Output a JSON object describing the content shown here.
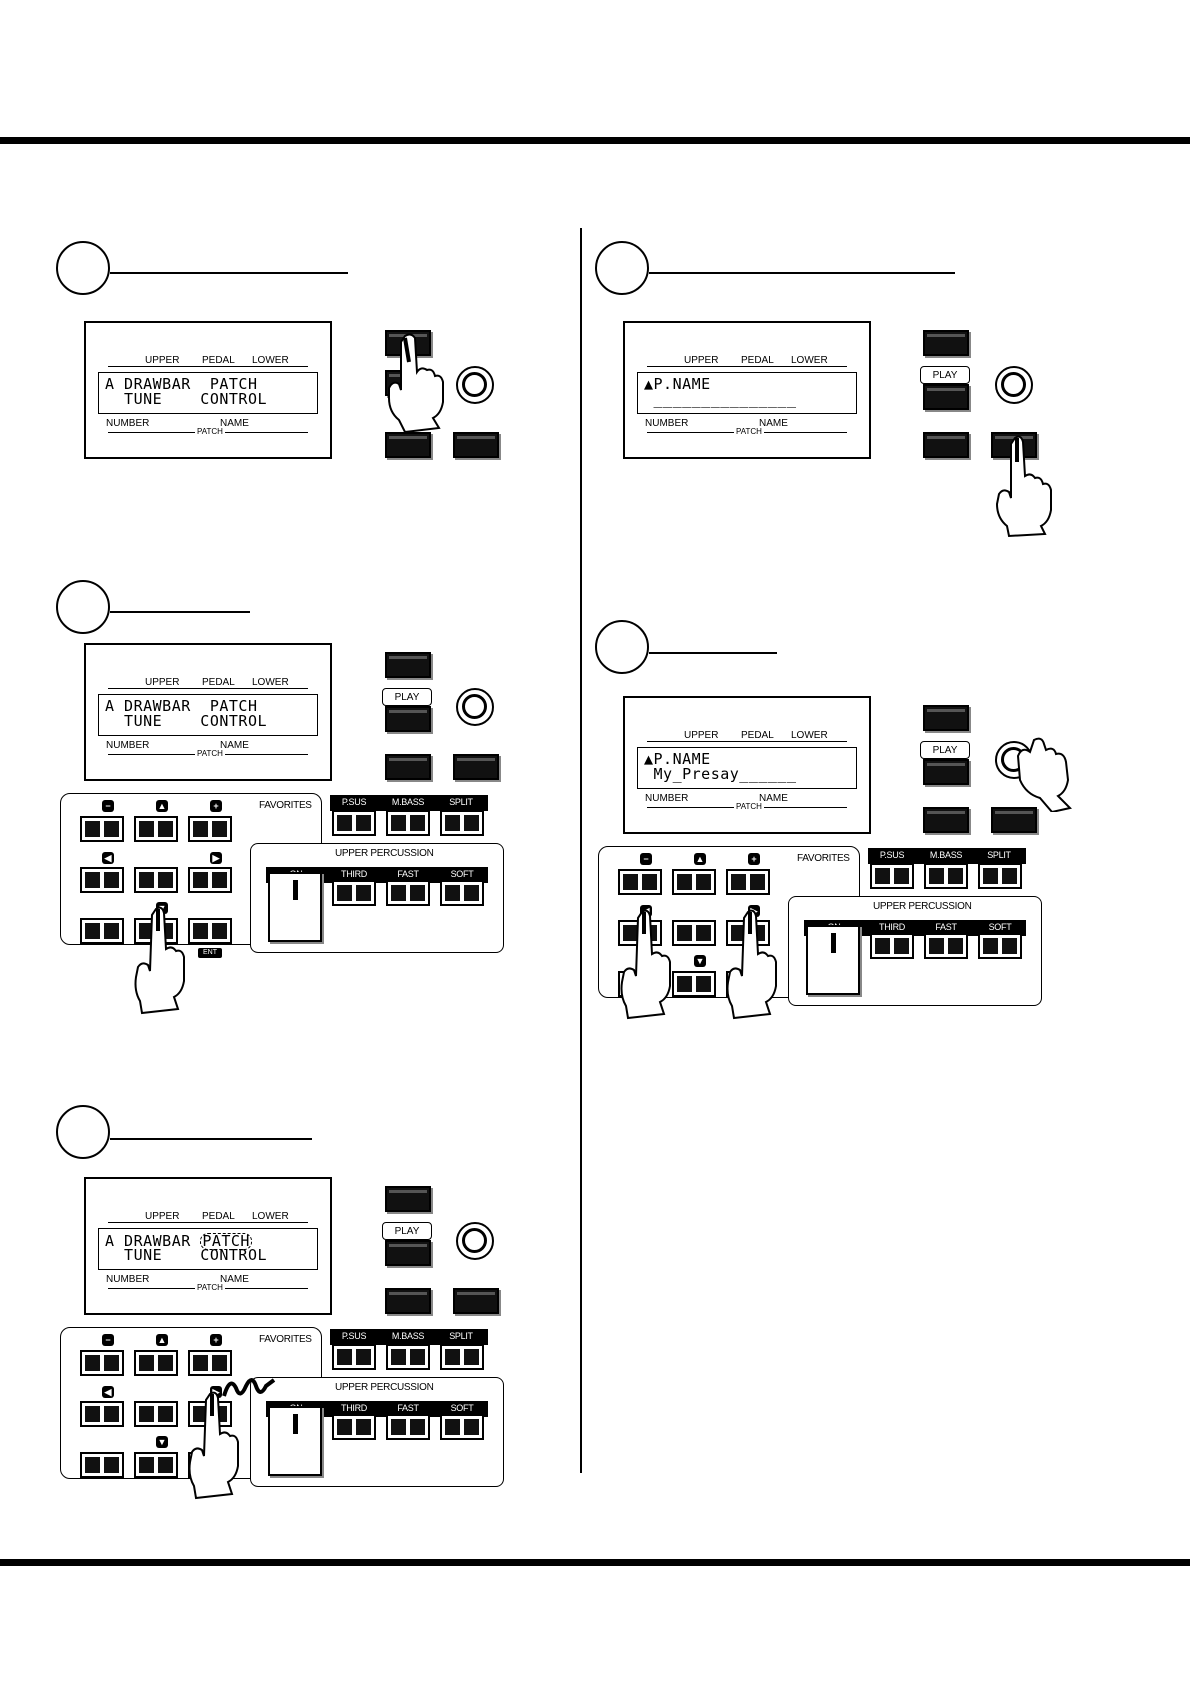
{
  "lcd": {
    "upper": "UPPER",
    "pedal": "PEDAL",
    "lower": "LOWER",
    "number": "NUMBER",
    "name": "NAME",
    "patch": "PATCH"
  },
  "display_a": {
    "line1": "A DRAWBAR  PATCH",
    "line2": "  TUNE    CONTROL"
  },
  "display_b": {
    "line1": "A DRAWBAR  PATCH",
    "line2": "  TUNE    CONTROL"
  },
  "display_c": {
    "line1_prefix": "A DRAWBAR ",
    "line1_highlight": "PATCH",
    "line2": "  TUNE    CONTROL"
  },
  "display_d": {
    "line1": "▲P.NAME",
    "line2": " _______________"
  },
  "display_e": {
    "line1": "▲P.NAME",
    "line2": " My_Presay______"
  },
  "buttons": {
    "play": "PLAY"
  },
  "panel": {
    "favorites": "FAVORITES",
    "psus": "P.SUS",
    "mbass": "M.BASS",
    "split": "SPLIT",
    "upper_percussion": "UPPER PERCUSSION",
    "on": "ON",
    "third": "THIRD",
    "fast": "FAST",
    "soft": "SOFT",
    "ent": "ENT",
    "minus_icon": "−",
    "up_icon": "▲",
    "plus_icon": "+",
    "left_icon": "◀",
    "right_icon": "▶",
    "down_icon": "▼"
  }
}
